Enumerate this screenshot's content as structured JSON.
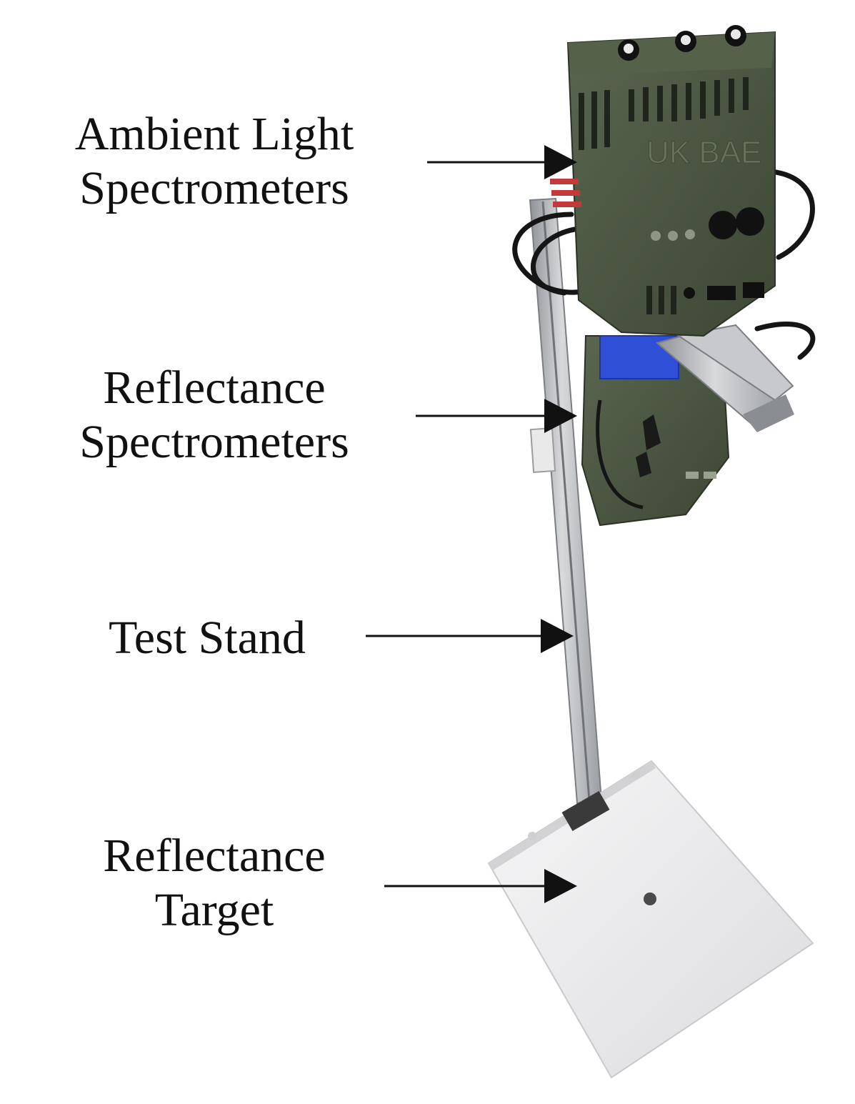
{
  "labels": {
    "ambient": {
      "line1": "Ambient Light",
      "line2": "Spectrometers"
    },
    "reflectance_spectrometers": {
      "line1": "Reflectance",
      "line2": "Spectrometers"
    },
    "test_stand": {
      "line1": "Test Stand"
    },
    "reflectance_target": {
      "line1": "Reflectance",
      "line2": "Target"
    }
  },
  "device_marking": "UK BAE",
  "colors": {
    "enclosure": "#4c5841",
    "enclosure_dark": "#323b2b",
    "mount": "#2f4fd6",
    "rail": "#b9bcc0",
    "target": "#eeeef0",
    "arrow": "#111111"
  }
}
